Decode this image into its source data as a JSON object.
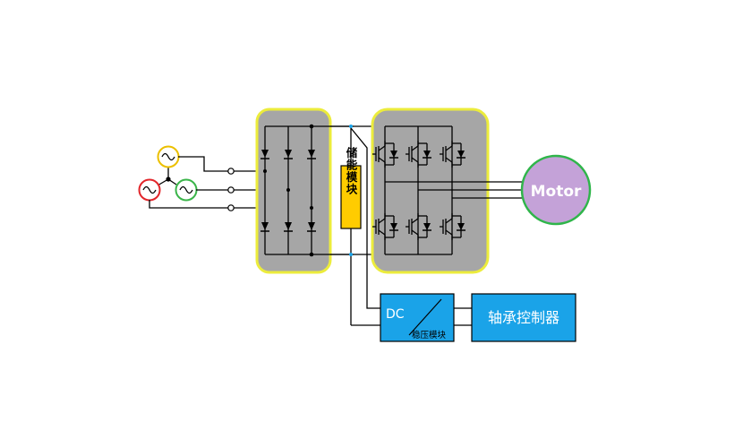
{
  "colors": {
    "block_fill": "#a6a6a6",
    "block_border": "#ecec3c",
    "module_fill": "#ffcc00",
    "blue_box": "#1aa3e8",
    "motor_fill": "#c4a2d8",
    "motor_border": "#2fb54a",
    "source_yellow": "#ecc000",
    "source_red": "#e2262b",
    "source_green": "#3bb54a",
    "wire": "#000000"
  },
  "labels": {
    "energy_module": "储能模块",
    "motor": "Motor",
    "dc": "DC",
    "regulator": "稳压模块",
    "bearing_controller": "轴承控制器"
  }
}
